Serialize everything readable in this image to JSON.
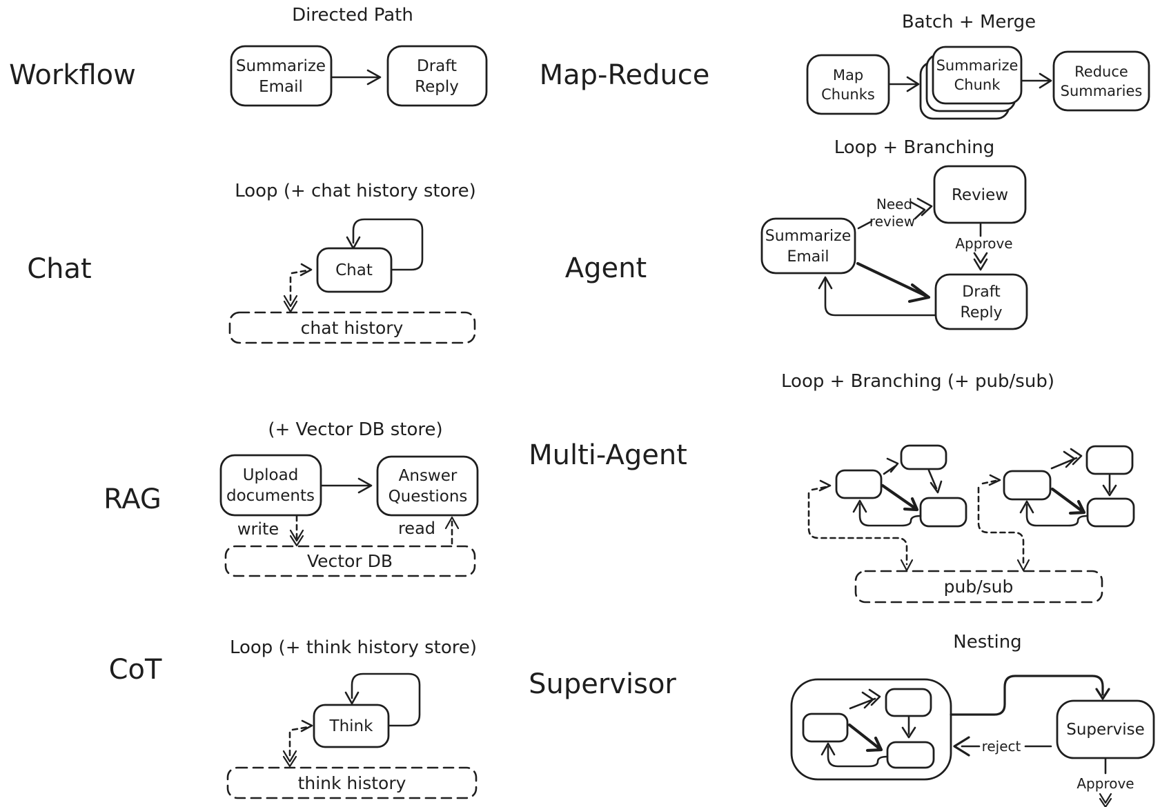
{
  "canvas": {
    "background": "#ffffff",
    "ink": "#1e1e1e"
  },
  "sections": {
    "workflow": {
      "label": "Workflow",
      "title": "Directed Path",
      "node1_line1": "Summarize",
      "node1_line2": "Email",
      "node2_line1": "Draft",
      "node2_line2": "Reply"
    },
    "map_reduce": {
      "label": "Map-Reduce",
      "title": "Batch + Merge",
      "node1_line1": "Map",
      "node1_line2": "Chunks",
      "node2_line1": "Summarize",
      "node2_line2": "Chunk",
      "node3_line1": "Reduce",
      "node3_line2": "Summaries"
    },
    "chat": {
      "label": "Chat",
      "title": "Loop (+ chat history store)",
      "node": "Chat",
      "store": "chat history"
    },
    "agent": {
      "label": "Agent",
      "title": "Loop + Branching",
      "node_summarize_line1": "Summarize",
      "node_summarize_line2": "Email",
      "node_review": "Review",
      "node_draft_line1": "Draft",
      "node_draft_line2": "Reply",
      "edge_need_line1": "Need",
      "edge_need_line2": "review",
      "edge_approve": "Approve"
    },
    "rag": {
      "label": "RAG",
      "title": "(+ Vector DB store)",
      "node1_line1": "Upload",
      "node1_line2": "documents",
      "node2_line1": "Answer",
      "node2_line2": "Questions",
      "edge_write": "write",
      "edge_read": "read",
      "store": "Vector DB"
    },
    "multi_agent": {
      "label": "Multi-Agent",
      "title": "Loop + Branching (+ pub/sub)",
      "store": "pub/sub"
    },
    "cot": {
      "label": "CoT",
      "title": "Loop (+ think history store)",
      "node": "Think",
      "store": "think history"
    },
    "supervisor": {
      "label": "Supervisor",
      "title": "Nesting",
      "node": "Supervise",
      "edge_reject": "reject",
      "edge_approve": "Approve"
    }
  }
}
